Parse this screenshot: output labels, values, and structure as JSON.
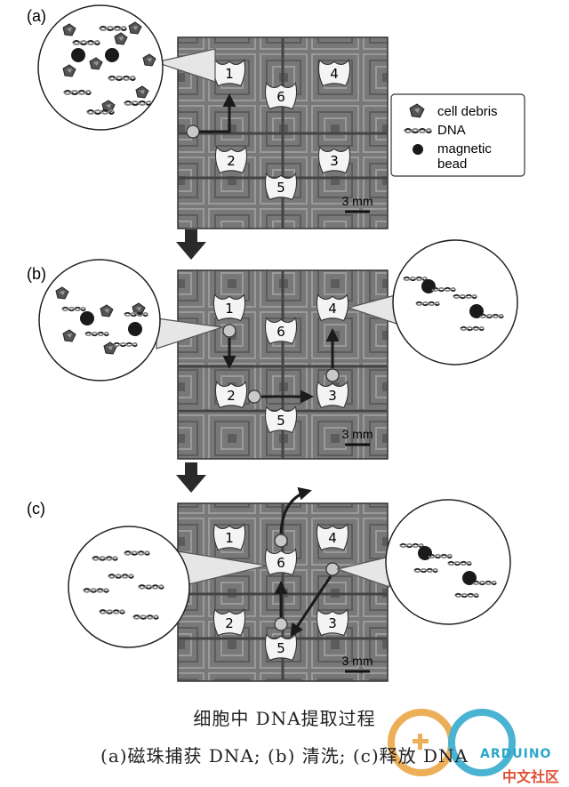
{
  "panels": [
    {
      "letter": "(a)",
      "wells": [
        "1",
        "2",
        "3",
        "4",
        "5",
        "6"
      ],
      "scale": "3 mm"
    },
    {
      "letter": "(b)",
      "wells": [
        "1",
        "2",
        "3",
        "4",
        "5",
        "6"
      ],
      "scale": "3 mm"
    },
    {
      "letter": "(c)",
      "wells": [
        "1",
        "2",
        "3",
        "4",
        "5",
        "6"
      ],
      "scale": "3 mm"
    }
  ],
  "legend": {
    "cell_debris": "cell debris",
    "dna": "DNA",
    "magnetic_line1": "magnetic",
    "magnetic_line2": "bead"
  },
  "caption": {
    "title": "细胞中 DNA提取过程",
    "subtitle": "(a)磁珠捕获 DNA; (b) 清洗; (c)释放 DNA"
  },
  "watermark": {
    "brand": "ARDUINO",
    "site": "中文社区"
  },
  "colors": {
    "chip": "#7d7d7d",
    "chip_dark": "#4a4a4a",
    "well": "#f4f4f4",
    "bead": "#c9c9c9",
    "ink": "#1a1a1a",
    "wm_blue": "#2aa6c9",
    "wm_orange": "#e9a23b"
  }
}
